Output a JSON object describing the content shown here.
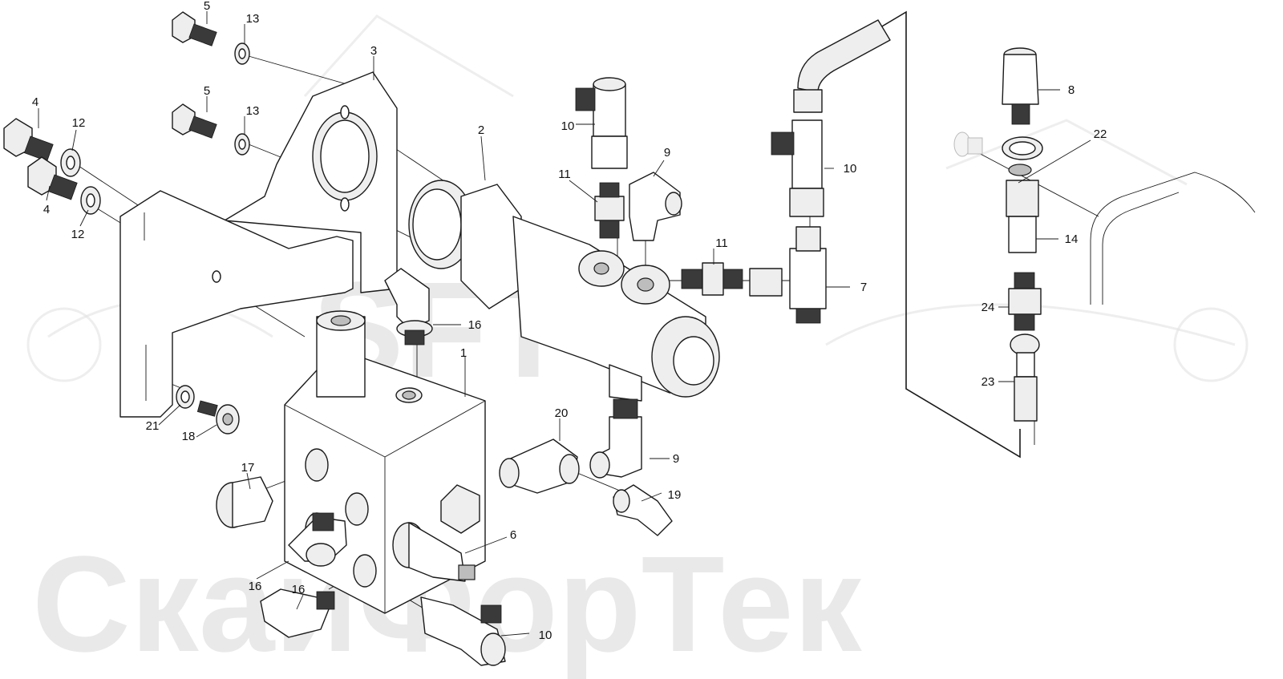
{
  "watermark": {
    "brand_text": "СкайФорТек",
    "logo_letters": "SFT"
  },
  "callouts": [
    {
      "id": "c1",
      "label": "1"
    },
    {
      "id": "c2",
      "label": "2"
    },
    {
      "id": "c3",
      "label": "3"
    },
    {
      "id": "c4a",
      "label": "4"
    },
    {
      "id": "c4b",
      "label": "4"
    },
    {
      "id": "c5a",
      "label": "5"
    },
    {
      "id": "c5b",
      "label": "5"
    },
    {
      "id": "c6",
      "label": "6"
    },
    {
      "id": "c7",
      "label": "7"
    },
    {
      "id": "c8",
      "label": "8"
    },
    {
      "id": "c9a",
      "label": "9"
    },
    {
      "id": "c9b",
      "label": "9"
    },
    {
      "id": "c10a",
      "label": "10"
    },
    {
      "id": "c10b",
      "label": "10"
    },
    {
      "id": "c10c",
      "label": "10"
    },
    {
      "id": "c11a",
      "label": "11"
    },
    {
      "id": "c11b",
      "label": "11"
    },
    {
      "id": "c12a",
      "label": "12"
    },
    {
      "id": "c12b",
      "label": "12"
    },
    {
      "id": "c13a",
      "label": "13"
    },
    {
      "id": "c13b",
      "label": "13"
    },
    {
      "id": "c14",
      "label": "14"
    },
    {
      "id": "c16a",
      "label": "16"
    },
    {
      "id": "c16b",
      "label": "16"
    },
    {
      "id": "c16c",
      "label": "16"
    },
    {
      "id": "c17",
      "label": "17"
    },
    {
      "id": "c18",
      "label": "18"
    },
    {
      "id": "c19",
      "label": "19"
    },
    {
      "id": "c20",
      "label": "20"
    },
    {
      "id": "c21",
      "label": "21"
    },
    {
      "id": "c22",
      "label": "22"
    },
    {
      "id": "c23",
      "label": "23"
    },
    {
      "id": "c24",
      "label": "24"
    }
  ]
}
